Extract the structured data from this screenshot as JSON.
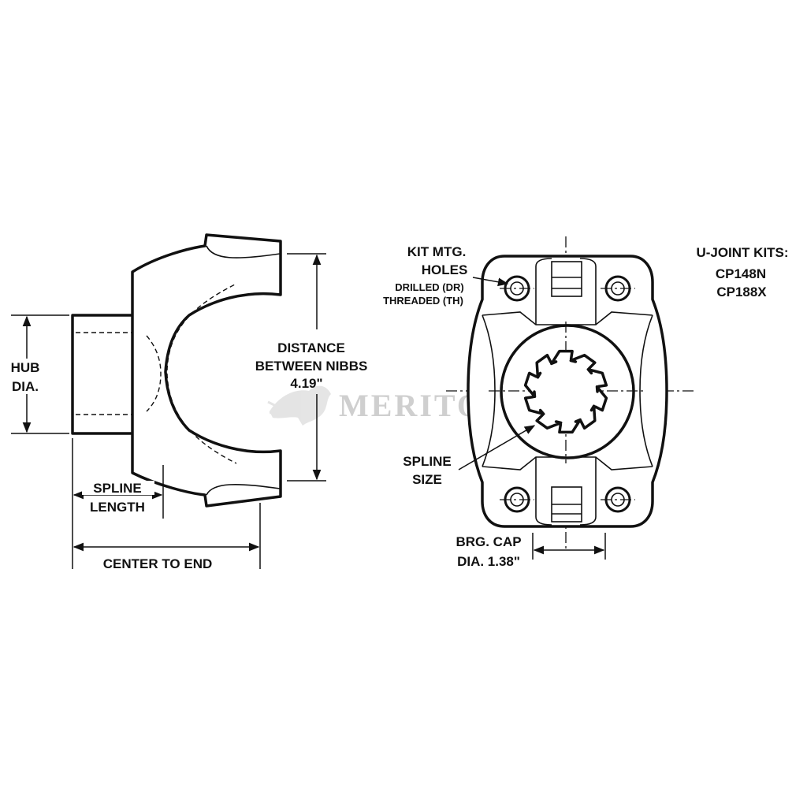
{
  "labels": {
    "hub_dia_1": "HUB",
    "hub_dia_2": "DIA.",
    "distance_1": "DISTANCE",
    "distance_2": "BETWEEN NIBBS",
    "distance_value": "4.19\"",
    "spline_length_1": "SPLINE",
    "spline_length_2": "LENGTH",
    "center_to_end": "CENTER TO END",
    "kit_holes_1": "KIT MTG.",
    "kit_holes_2": "HOLES",
    "drilled": "DRILLED (DR)",
    "threaded": "THREADED (TH)",
    "spline_size_1": "SPLINE",
    "spline_size_2": "SIZE",
    "brg_cap_1": "BRG. CAP",
    "brg_cap_2": "DIA. 1.38\"",
    "ujoint_title": "U-JOINT KITS:",
    "ujoint_kit_1": "CP148N",
    "ujoint_kit_2": "CP188X"
  },
  "watermark": {
    "text": "MERITOR",
    "logo_icon": "bull-logo-icon"
  },
  "colors": {
    "line": "#111111",
    "watermark": "#cfcfcf",
    "background": "#ffffff"
  }
}
